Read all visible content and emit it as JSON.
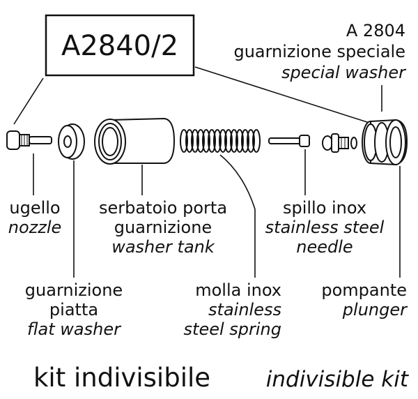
{
  "code_box": {
    "code": "A2840/2"
  },
  "special_washer": {
    "code": "A 2804",
    "it": "guarnizione speciale",
    "en": "special washer"
  },
  "labels": {
    "nozzle": {
      "it": "ugello",
      "en": "nozzle"
    },
    "tank": {
      "it1": "serbatoio porta",
      "it2": "guarnizione",
      "en": "washer tank"
    },
    "needle": {
      "it": "spillo inox",
      "en1": "stainless steel",
      "en2": "needle"
    },
    "flat_washer": {
      "it1": "guarnizione",
      "it2": "piatta",
      "en": "flat washer"
    },
    "spring": {
      "it": "molla inox",
      "en1": "stainless",
      "en2": "steel spring"
    },
    "plunger": {
      "it": "pompante",
      "en": "plunger"
    }
  },
  "footer": {
    "it": "kit indivisibile",
    "en": "indivisible kit"
  }
}
